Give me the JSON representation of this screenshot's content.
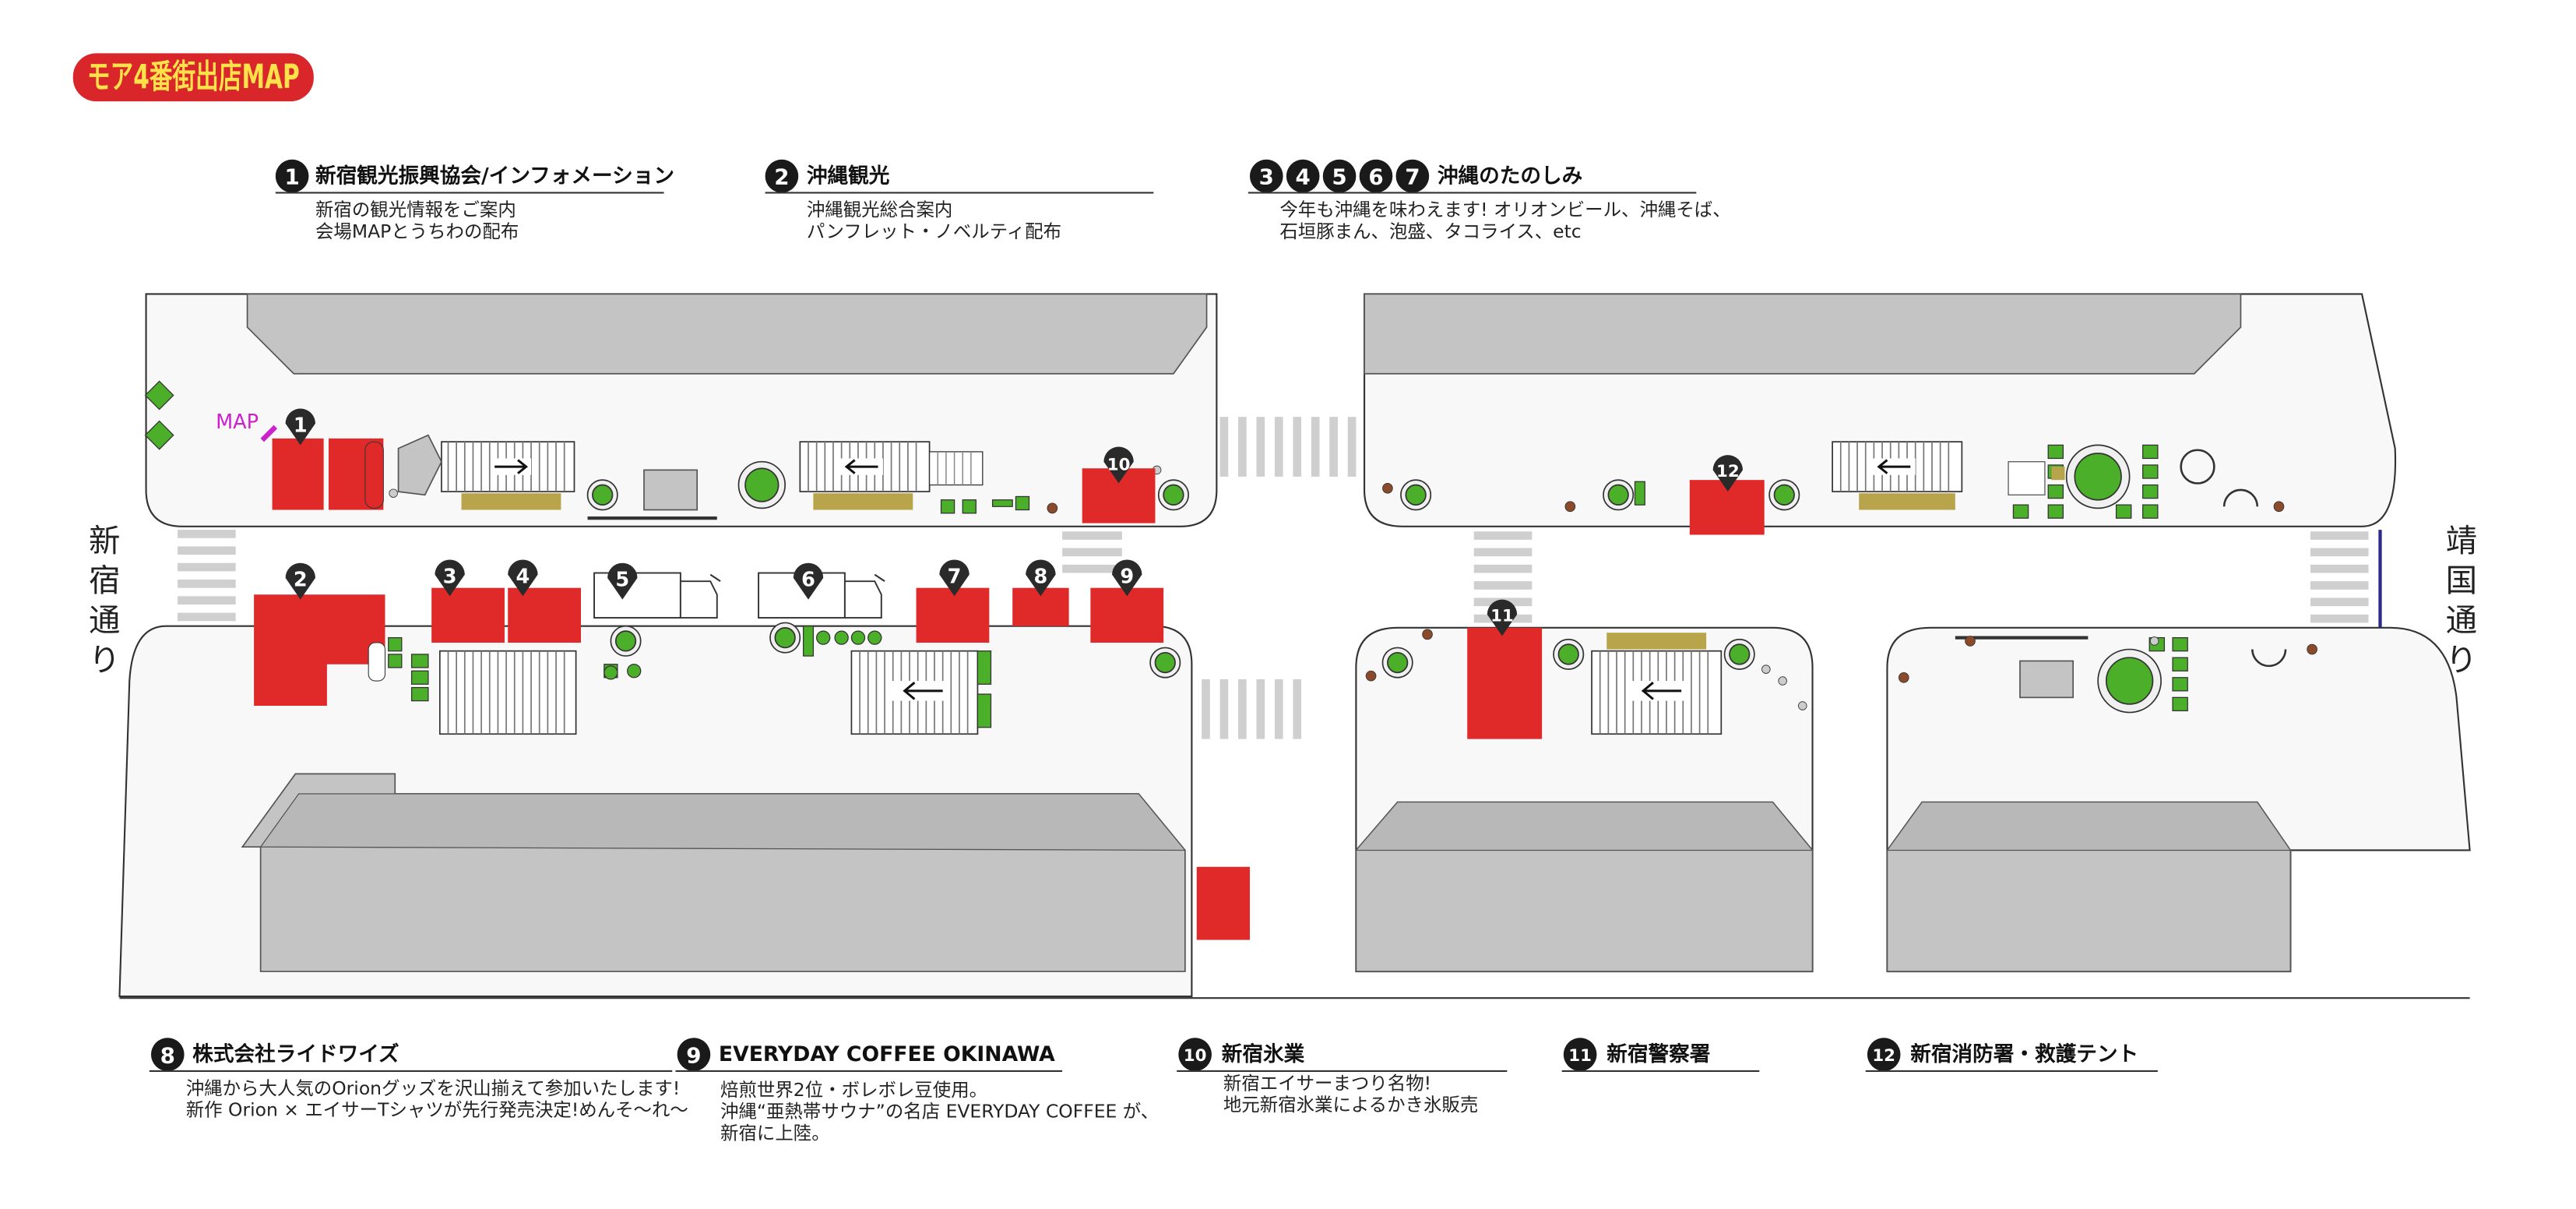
{
  "title": "モア4番街出店MAP",
  "colors": {
    "badge_fill": "#d9262b",
    "badge_text": "#ffe14a",
    "booth_red": "#e02a2a",
    "building_gray": "#c4c4c4",
    "tree_green": "#4caf2a",
    "bench_olive": "#b8a44a",
    "marker_dark": "#1a1a1a",
    "yasukuni_line": "#2a2a8a"
  },
  "info_blocks": [
    {
      "numbers": [
        "1"
      ],
      "title": "新宿観光振興協会/インフォメーション",
      "lines": [
        "新宿の観光情報をご案内",
        "会場MAPとうちわの配布"
      ]
    },
    {
      "numbers": [
        "2"
      ],
      "title": "沖縄観光",
      "lines": [
        "沖縄観光総合案内",
        "パンフレット・ノベルティ配布"
      ]
    },
    {
      "numbers": [
        "3",
        "4",
        "5",
        "6",
        "7"
      ],
      "title": "沖縄のたのしみ",
      "lines": [
        "今年も沖縄を味わえます! オリオンビール、沖縄そば、",
        "石垣豚まん、泡盛、タコライス、etc"
      ]
    },
    {
      "numbers": [
        "8"
      ],
      "title": "株式会社ライドワイズ",
      "lines": [
        "沖縄から大人気のOrionグッズを沢山揃えて参加いたします!",
        "新作 Orion × エイサーTシャツが先行発売決定!めんそ〜れ〜"
      ]
    },
    {
      "numbers": [
        "9"
      ],
      "title": "EVERYDAY COFFEE OKINAWA",
      "lines": [
        "焙煎世界2位・ボレボレ豆使用。",
        "沖縄“亜熱帯サウナ”の名店 EVERYDAY COFFEE が、",
        "新宿に上陸。"
      ]
    },
    {
      "numbers": [
        "10"
      ],
      "title": "新宿氷業",
      "lines": [
        "新宿エイサーまつり名物!",
        "地元新宿氷業によるかき氷販売"
      ]
    },
    {
      "numbers": [
        "11"
      ],
      "title": "新宿警察署",
      "lines": []
    },
    {
      "numbers": [
        "12"
      ],
      "title": "新宿消防署・救護テント",
      "lines": []
    }
  ],
  "streets": {
    "west": "新宿通り",
    "east": "靖国通り"
  },
  "map_label": "MAP",
  "pins": [
    "1",
    "2",
    "3",
    "4",
    "5",
    "6",
    "7",
    "8",
    "9",
    "10",
    "11",
    "12"
  ]
}
